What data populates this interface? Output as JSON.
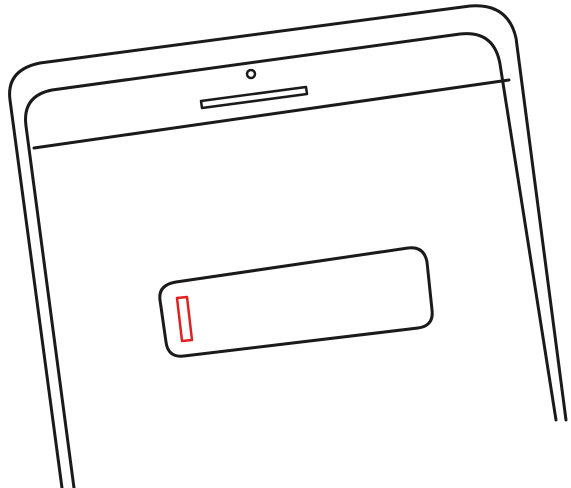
{
  "illustration": {
    "device": "smartphone",
    "screen_state": "blank",
    "battery": {
      "level_fraction": 0.09,
      "status": "low",
      "accent_color": "#e02020"
    },
    "colors": {
      "outline": "#1a1a1a",
      "background": "#ffffff",
      "screen": "#ffffff"
    },
    "icons": [
      "front-camera-icon",
      "speaker-grille-icon",
      "battery-icon"
    ]
  }
}
